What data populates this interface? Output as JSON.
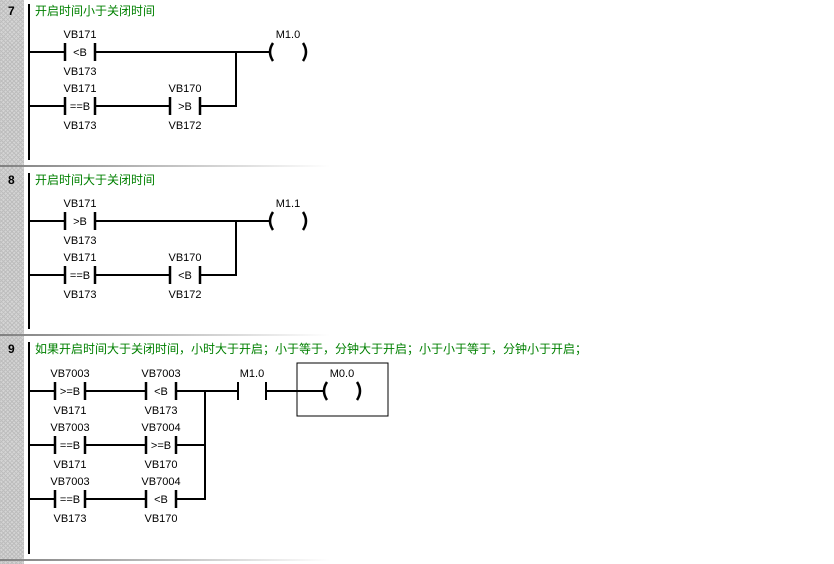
{
  "networks": [
    {
      "number": "7",
      "comment": "开启时间小于关闭时间",
      "rows": [
        [
          {
            "top": "VB171",
            "op": "<B",
            "bottom": "VB173"
          }
        ],
        [
          {
            "top": "VB171",
            "op": "==B",
            "bottom": "VB173"
          },
          {
            "top": "VB170",
            "op": ">B",
            "bottom": "VB172"
          }
        ]
      ],
      "series_contact": null,
      "coil": {
        "label": "M1.0",
        "boxed": false
      }
    },
    {
      "number": "8",
      "comment": "开启时间大于关闭时间",
      "rows": [
        [
          {
            "top": "VB171",
            "op": ">B",
            "bottom": "VB173"
          }
        ],
        [
          {
            "top": "VB171",
            "op": "==B",
            "bottom": "VB173"
          },
          {
            "top": "VB170",
            "op": "<B",
            "bottom": "VB172"
          }
        ]
      ],
      "series_contact": null,
      "coil": {
        "label": "M1.1",
        "boxed": false
      }
    },
    {
      "number": "9",
      "comment": "如果开启时间大于关闭时间，小时大于开启；小于等于，分钟大于开启；小于小于等于，分钟小于开启；",
      "rows": [
        [
          {
            "top": "VB7003",
            "op": ">=B",
            "bottom": "VB171"
          },
          {
            "top": "VB7003",
            "op": "<B",
            "bottom": "VB173"
          }
        ],
        [
          {
            "top": "VB7003",
            "op": "==B",
            "bottom": "VB171"
          },
          {
            "top": "VB7004",
            "op": ">=B",
            "bottom": "VB170"
          }
        ],
        [
          {
            "top": "VB7003",
            "op": "==B",
            "bottom": "VB173"
          },
          {
            "top": "VB7004",
            "op": "<B",
            "bottom": "VB170"
          }
        ]
      ],
      "series_contact": {
        "label": "M1.0"
      },
      "coil": {
        "label": "M0.0",
        "boxed": true
      }
    }
  ]
}
